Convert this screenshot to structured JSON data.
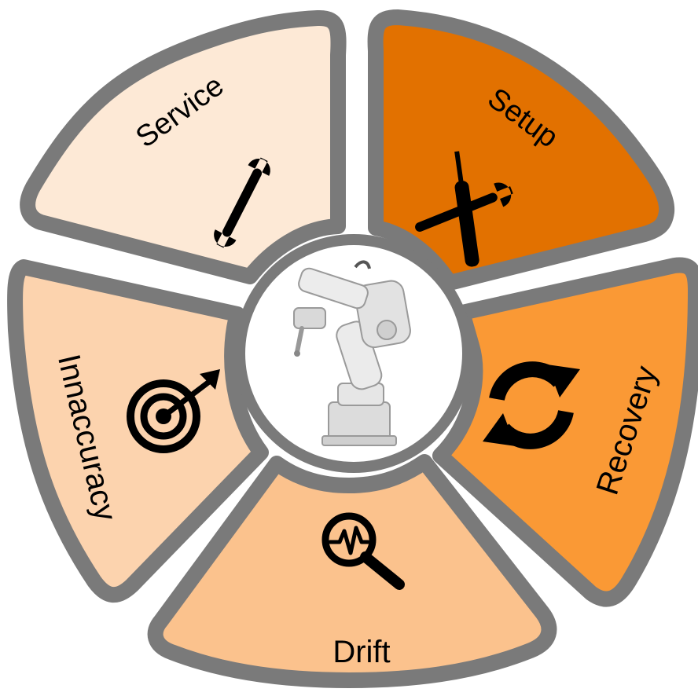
{
  "diagram": {
    "segments": [
      {
        "id": "service",
        "label": "Service",
        "icon": "wrench-icon",
        "fill": "#fde9d6"
      },
      {
        "id": "setup",
        "label": "Setup",
        "icon": "screwdriver-wrench-icon",
        "fill": "#e27100"
      },
      {
        "id": "recovery",
        "label": "Recovery",
        "icon": "sync-arrows-icon",
        "fill": "#fa9935"
      },
      {
        "id": "drift",
        "label": "Drift",
        "icon": "magnifier-waveform-icon",
        "fill": "#fbc28d"
      },
      {
        "id": "innaccuracy",
        "label": "Innaccuracy",
        "icon": "target-arrow-icon",
        "fill": "#fcd3ae"
      }
    ],
    "center": {
      "icon": "industrial-robot-arm-icon",
      "fill": "#ffffff"
    },
    "border_color": "#7a7a7a"
  }
}
